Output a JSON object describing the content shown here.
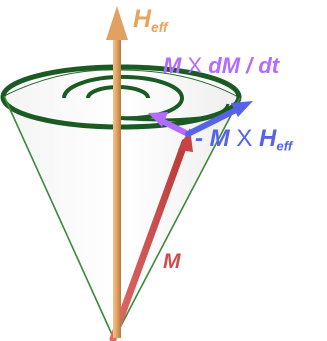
{
  "labels": {
    "heff": {
      "symbol": "H",
      "subscript": "eff"
    },
    "damping": {
      "a": "M",
      "cross": "X",
      "b": "dM / dt"
    },
    "precession": {
      "prefix": "- M",
      "cross": "X",
      "symbol": "H",
      "subscript": "eff"
    },
    "magnetization": "M"
  },
  "colors": {
    "heff": "#e9a35c",
    "damping": "#b46bff",
    "precession": "#5663e8",
    "magnetization": "#d24a4a",
    "cone": "#1a5a23",
    "cone_line": "#3c8a3c"
  }
}
